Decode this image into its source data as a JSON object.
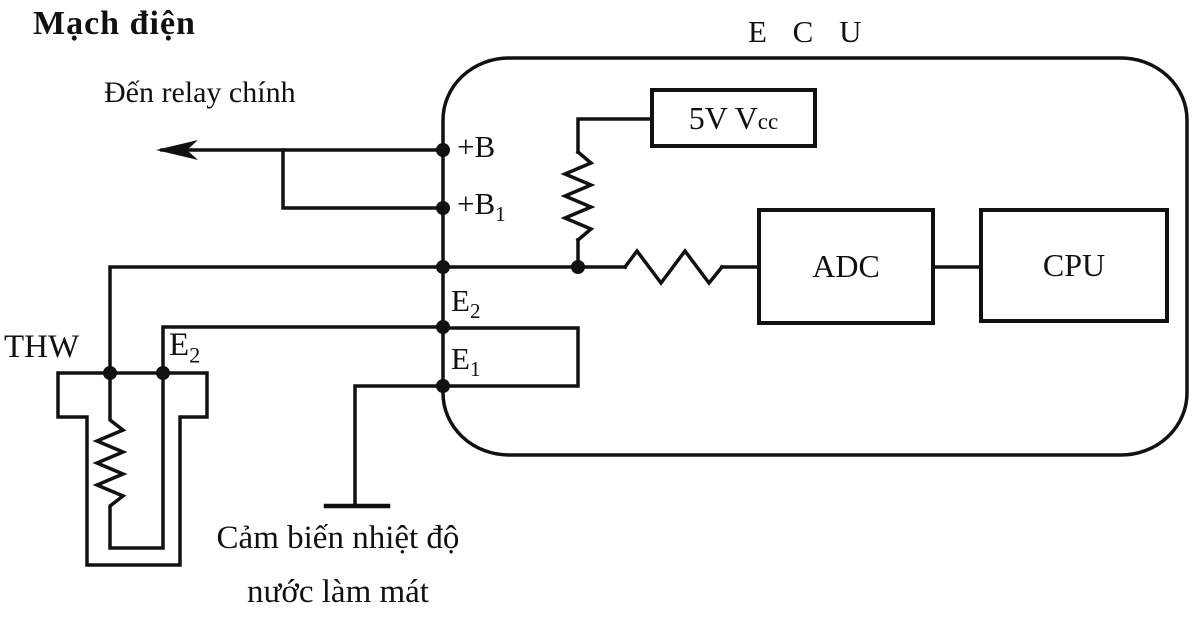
{
  "title": "Mạch điện",
  "relay_label": "Đến relay chính",
  "ecu": {
    "label": "E C U",
    "vcc_box": {
      "main": "5V V",
      "sub": "cc"
    },
    "adc_label": "ADC",
    "cpu_label": "CPU",
    "terminals": [
      {
        "base": "+B",
        "sub": ""
      },
      {
        "base": "+B",
        "sub": "1"
      },
      {
        "base": "E",
        "sub": "2"
      },
      {
        "base": "E",
        "sub": "1"
      }
    ]
  },
  "sensor": {
    "thw_label": "THW",
    "e2_pin": {
      "base": "E",
      "sub": "2"
    },
    "caption_line1": "Cảm biến nhiệt độ",
    "caption_line2": "nước làm mát"
  },
  "colors": {
    "line": "#111111",
    "background": "#ffffff"
  }
}
